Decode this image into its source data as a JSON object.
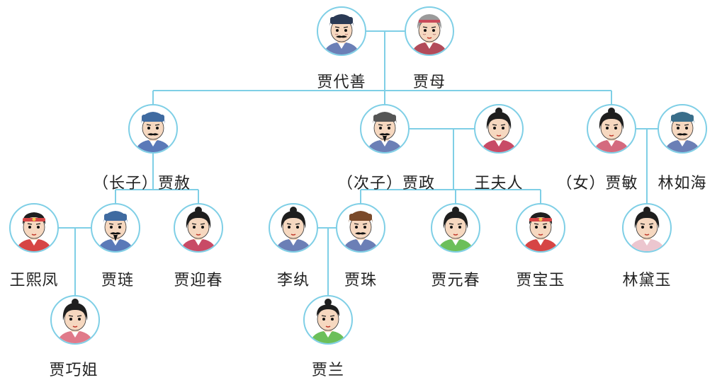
{
  "palette": {
    "line": "#7fcfe6",
    "ring": "#7fcfe6",
    "skin": "#f6d8c0",
    "hair": "#1e1e1e"
  },
  "people": [
    {
      "id": "jdaishan",
      "name": "贾代善",
      "face": "elder-man-mustache",
      "hat": "#2a3a55",
      "robe": "#6b7fb6"
    },
    {
      "id": "jiamu",
      "name": "贾母",
      "face": "elder-woman",
      "hat": "#9a9a9a",
      "robe": "#b24b5a"
    },
    {
      "id": "jiashe",
      "name": "（长子）贾赦",
      "face": "man-mustache",
      "hat": "#3f6aa0",
      "robe": "#5a79b8"
    },
    {
      "id": "jiazheng",
      "name": "（次子）贾政",
      "face": "man-beard",
      "hat": "#555555",
      "robe": "#6b7fb6"
    },
    {
      "id": "wangfuren",
      "name": "王夫人",
      "face": "woman",
      "hat": "#1e1e1e",
      "robe": "#c84b66"
    },
    {
      "id": "jiamin",
      "name": "（女）贾敏",
      "face": "young-woman",
      "hat": "#1e1e1e",
      "robe": "#d46a7e"
    },
    {
      "id": "linruhai",
      "name": "林如海",
      "face": "man-mustache",
      "hat": "#3a6e8a",
      "robe": "#6b7fb6"
    },
    {
      "id": "wangxifeng",
      "name": "王熙凤",
      "face": "headband-woman",
      "hat": "#d64545",
      "robe": "#d64545"
    },
    {
      "id": "jialian",
      "name": "贾琏",
      "face": "man-beard",
      "hat": "#3f6aa0",
      "robe": "#5a79b8"
    },
    {
      "id": "jiayingchun",
      "name": "贾迎春",
      "face": "woman",
      "hat": "#1e1e1e",
      "robe": "#c84b66"
    },
    {
      "id": "liwan",
      "name": "李纨",
      "face": "woman",
      "hat": "#1e1e1e",
      "robe": "#6b7fb6"
    },
    {
      "id": "jiazhu",
      "name": "贾珠",
      "face": "man-mustache",
      "hat": "#7a4a2a",
      "robe": "#6b7fb6"
    },
    {
      "id": "jiayuanchun",
      "name": "贾元春",
      "face": "woman",
      "hat": "#1e1e1e",
      "robe": "#6cbf5a"
    },
    {
      "id": "jiabaoyu",
      "name": "贾宝玉",
      "face": "headband-young",
      "hat": "#d64545",
      "robe": "#d64545"
    },
    {
      "id": "lindaiyu",
      "name": "林黛玉",
      "face": "young-woman",
      "hat": "#1e1e1e",
      "robe": "#ecc6cf"
    },
    {
      "id": "jiaqiaojie",
      "name": "贾巧姐",
      "face": "young-woman",
      "hat": "#1e1e1e",
      "robe": "#e07a8a"
    },
    {
      "id": "jialan",
      "name": "贾兰",
      "face": "boy",
      "hat": "#1e1e1e",
      "robe": "#6cbf5a"
    }
  ],
  "relations": [
    {
      "type": "couple",
      "a": "jdaishan",
      "b": "jiamu"
    },
    {
      "type": "children",
      "parents": [
        "jdaishan",
        "jiamu"
      ],
      "children": [
        "jiashe",
        "jiazheng",
        "jiamin"
      ]
    },
    {
      "type": "couple",
      "a": "jiazheng",
      "b": "wangfuren"
    },
    {
      "type": "couple",
      "a": "jiamin",
      "b": "linruhai"
    },
    {
      "type": "children",
      "parents": [
        "jiashe"
      ],
      "children": [
        "jialian",
        "jiayingchun"
      ]
    },
    {
      "type": "children",
      "parents": [
        "jiazheng",
        "wangfuren"
      ],
      "children": [
        "jiazhu",
        "jiayuanchun",
        "jiabaoyu"
      ]
    },
    {
      "type": "children",
      "parents": [
        "jiamin",
        "linruhai"
      ],
      "children": [
        "lindaiyu"
      ]
    },
    {
      "type": "couple",
      "a": "wangxifeng",
      "b": "jialian"
    },
    {
      "type": "children",
      "parents": [
        "wangxifeng",
        "jialian"
      ],
      "children": [
        "jiaqiaojie"
      ]
    },
    {
      "type": "couple",
      "a": "liwan",
      "b": "jiazhu"
    },
    {
      "type": "children",
      "parents": [
        "liwan",
        "jiazhu"
      ],
      "children": [
        "jialan"
      ]
    }
  ]
}
